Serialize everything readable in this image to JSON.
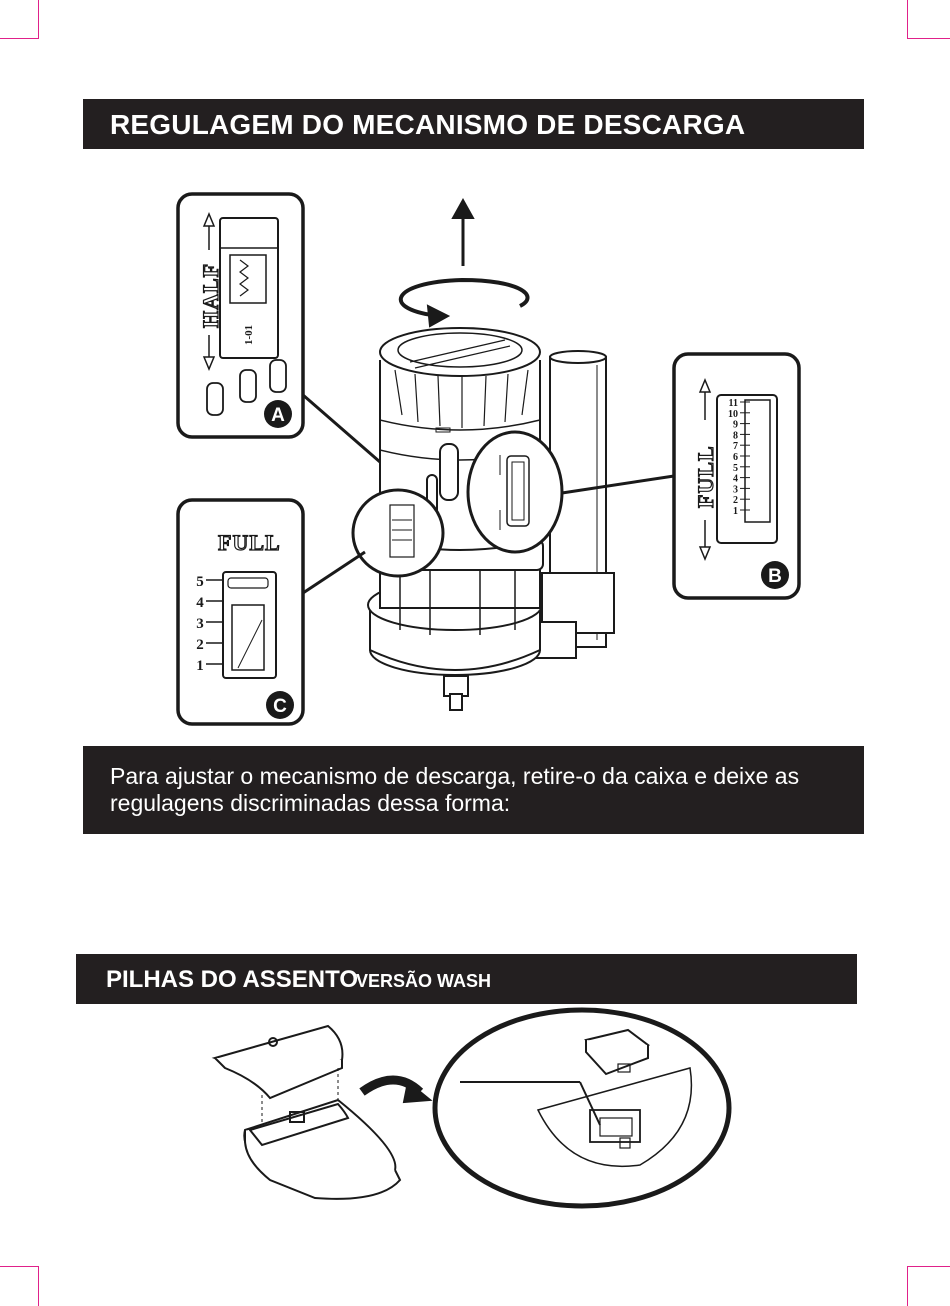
{
  "section1": {
    "title": "REGULAGEM DO MECANISMO DE DESCARGA",
    "callouts": {
      "a": {
        "badge": "A",
        "label": "HALF",
        "mark": "1-01"
      },
      "b": {
        "badge": "B",
        "label": "FULL",
        "scale": [
          "11",
          "10",
          "9",
          "8",
          "7",
          "6",
          "5",
          "4",
          "3",
          "2",
          "1"
        ]
      },
      "c": {
        "badge": "C",
        "label": "FULL",
        "scale": [
          "5",
          "4",
          "3",
          "2",
          "1"
        ]
      }
    },
    "note": "Para ajustar o mecanismo de descarga, retire-o da caixa e deixe as regulagens discriminadas dessa forma:"
  },
  "section2": {
    "title": "PILHAS DO ASSENTO",
    "subtitle": "VERSÃO WASH"
  },
  "colors": {
    "banner": "#231f20",
    "crop_marks": "#e0218a",
    "line": "#1a1a1a"
  }
}
